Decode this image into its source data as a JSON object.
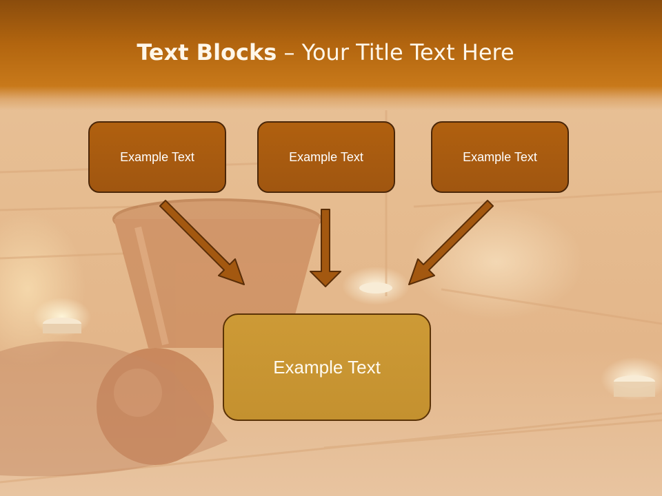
{
  "slide": {
    "title_bold": "Text Blocks",
    "title_rest": " – Your Title Text Here"
  },
  "boxes": {
    "left": "Example Text",
    "center": "Example Text",
    "right": "Example Text",
    "bottom": "Example Text"
  },
  "colors": {
    "title_band": "#b2650f",
    "top_box_fill": "#a85a10",
    "top_box_border": "#4a2608",
    "bottom_box_fill": "#c9962f",
    "arrow_fill": "#a35810",
    "arrow_stroke": "#5a2e08"
  }
}
